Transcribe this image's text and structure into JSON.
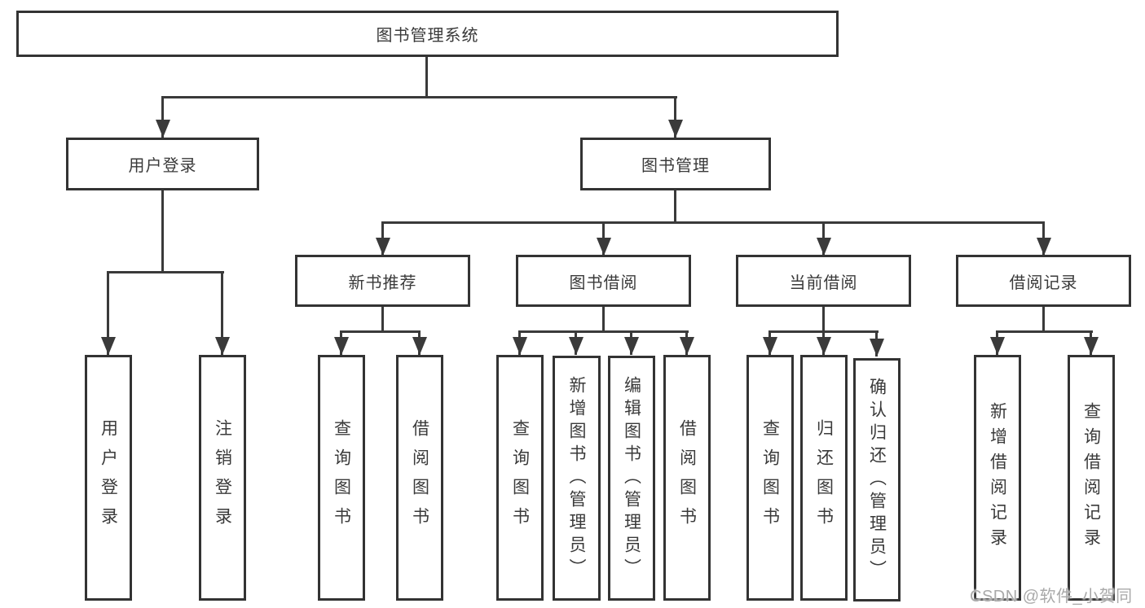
{
  "tree": {
    "root": "图书管理系统",
    "branches": [
      {
        "label": "用户登录",
        "children": [
          "用户登录",
          "注销登录"
        ]
      },
      {
        "label": "图书管理",
        "groups": [
          {
            "label": "新书推荐",
            "children": [
              "查询图书",
              "借阅图书"
            ]
          },
          {
            "label": "图书借阅",
            "children": [
              "查询图书",
              "新增图书（管理员）",
              "编辑图书（管理员）",
              "借阅图书"
            ]
          },
          {
            "label": "当前借阅",
            "children": [
              "查询图书",
              "归还图书",
              "确认归还（管理员）"
            ]
          },
          {
            "label": "借阅记录",
            "children": [
              "新增借阅记录",
              "查询借阅记录"
            ]
          }
        ]
      }
    ]
  },
  "watermark": {
    "text": "CSDN @软件_小贺同学",
    "color": "#a9a9a9"
  },
  "colors": {
    "background": "#ffffff",
    "line": "#3a3a3a",
    "box_border": "#333333",
    "text": "#3a3a3a"
  }
}
